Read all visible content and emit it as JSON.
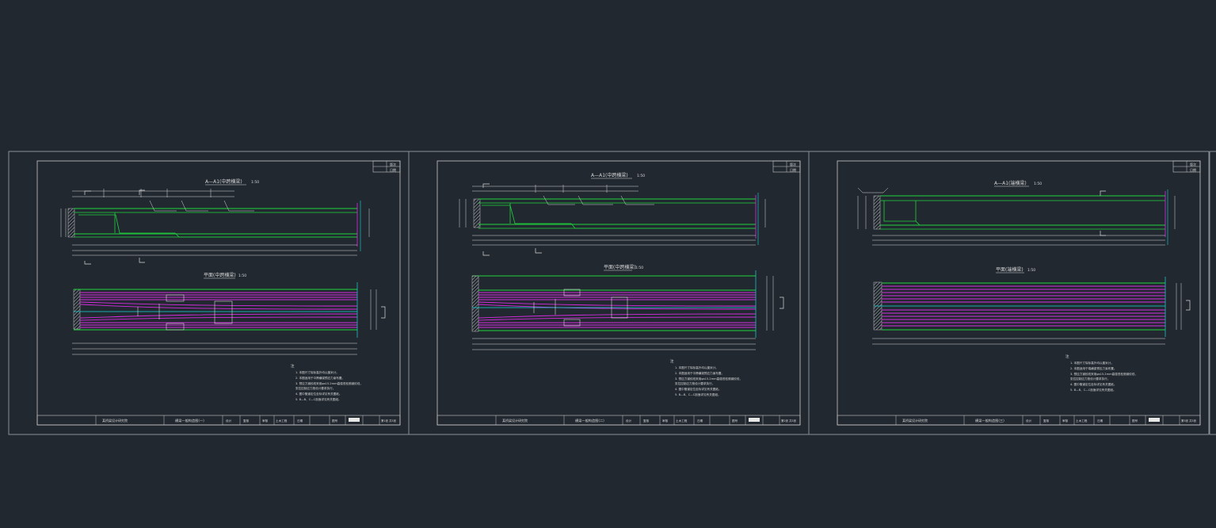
{
  "colors": {
    "background": "#212830",
    "sheet_border": "#8a8f96",
    "green": "#1fd43c",
    "magenta": "#d62be0",
    "cyan": "#1ad3d8",
    "white": "#e6e6e6",
    "yellow": "#e0d84a"
  },
  "sheets": [
    {
      "section_title": "A—A1(中跨横梁)",
      "section_scale": "1:50",
      "plan_title": "平面(中跨横梁)",
      "plan_scale": "1:50",
      "notes_heading": "注",
      "notes": [
        "1. 本图尺寸除标高外均以厘米计。",
        "2. 本图适用于中跨横梁预应力束布置。",
        "3. 预应力钢绞线采用φs15.2mm高强低松弛钢绞线，",
        "   张拉控制应力按设计要求执行。",
        "4. 图中管道定位坐标详见有关图纸。",
        "5. B—B、C—C剖面详见有关图纸。"
      ],
      "title_block": {
        "company": "某桥梁设计研究院",
        "drawing_name": "横梁一般构造图(一)",
        "cells": [
          "设计",
          "复核",
          "审核",
          "土木工程",
          "日期",
          "图号"
        ],
        "sheet_no": "第1张 共3张"
      },
      "corner_labels": [
        "版次",
        "日期"
      ]
    },
    {
      "section_title": "A—A1(中跨横梁)",
      "section_scale": "1:50",
      "plan_title": "平面(中跨横梁)",
      "plan_scale": "1:50",
      "notes_heading": "注",
      "notes": [
        "1. 本图尺寸除标高外均以厘米计。",
        "2. 本图适用于中跨横梁预应力束布置。",
        "3. 预应力钢绞线采用φs15.2mm高强低松弛钢绞线，",
        "   张拉控制应力按设计要求执行。",
        "4. 图中管道定位坐标详见有关图纸。",
        "5. B—B、C—C剖面详见有关图纸。"
      ],
      "title_block": {
        "company": "某桥梁设计研究院",
        "drawing_name": "横梁一般构造图(二)",
        "cells": [
          "设计",
          "复核",
          "审核",
          "土木工程",
          "日期",
          "图号"
        ],
        "sheet_no": "第2张 共3张"
      },
      "corner_labels": [
        "版次",
        "日期"
      ]
    },
    {
      "section_title": "A—A1(端横梁)",
      "section_scale": "1:50",
      "plan_title": "平面(端横梁)",
      "plan_scale": "1:50",
      "notes_heading": "注",
      "notes": [
        "1. 本图尺寸除标高外均以厘米计。",
        "2. 本图适用于端横梁预应力束布置。",
        "3. 预应力钢绞线采用φs15.2mm高强低松弛钢绞线，",
        "   张拉控制应力按设计要求执行。",
        "4. 图中管道定位坐标详见有关图纸。",
        "5. B—B、C—C剖面详见有关图纸。"
      ],
      "title_block": {
        "company": "某桥梁设计研究院",
        "drawing_name": "横梁一般构造图(三)",
        "cells": [
          "设计",
          "复核",
          "审核",
          "土木工程",
          "日期",
          "图号"
        ],
        "sheet_no": "第3张 共3张"
      },
      "corner_labels": [
        "版次",
        "日期"
      ]
    }
  ]
}
